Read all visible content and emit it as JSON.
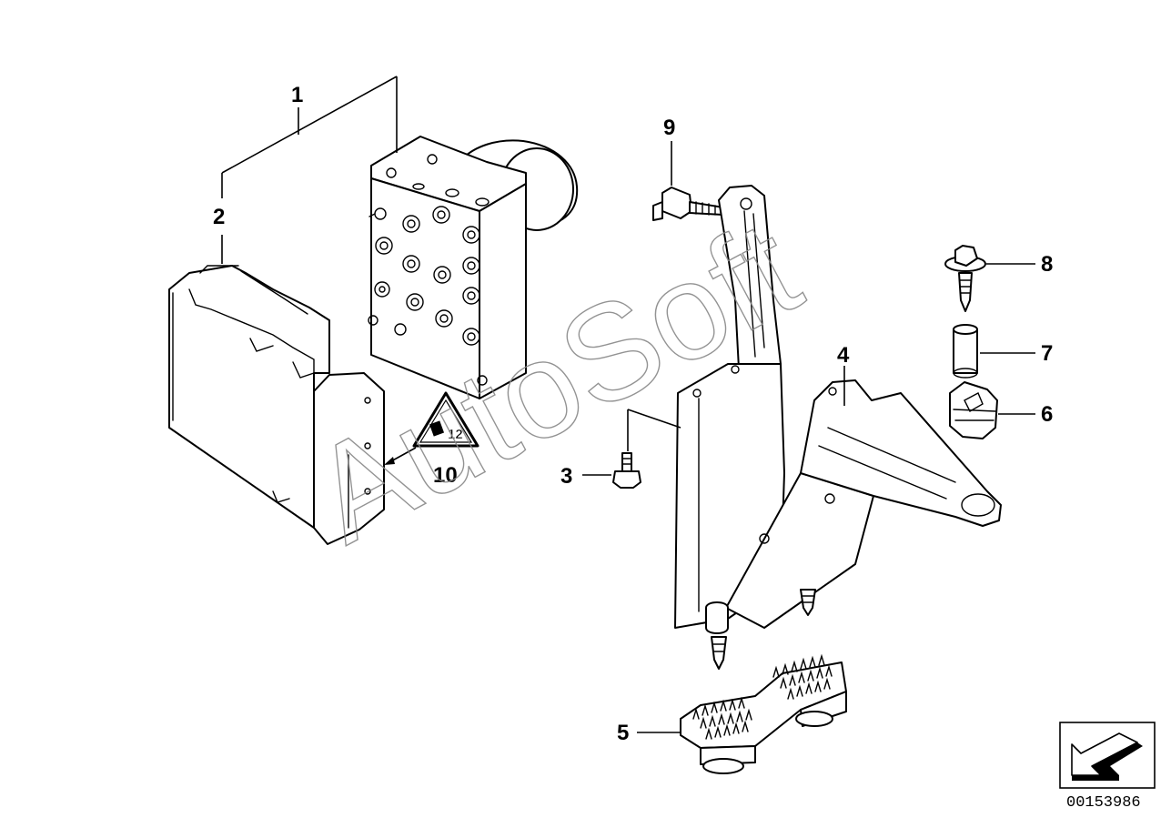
{
  "watermark": "AutoSoft",
  "reference_number": "00153986",
  "callouts": {
    "c1": "1",
    "c2": "2",
    "c3": "3",
    "c4": "4",
    "c5": "5",
    "c6": "6",
    "c7": "7",
    "c8": "8",
    "c9": "9",
    "c10": "10"
  },
  "symbol_text": "12",
  "icons": {
    "navigation": "arrow-icon",
    "triangle": "warning-triangle-icon"
  }
}
